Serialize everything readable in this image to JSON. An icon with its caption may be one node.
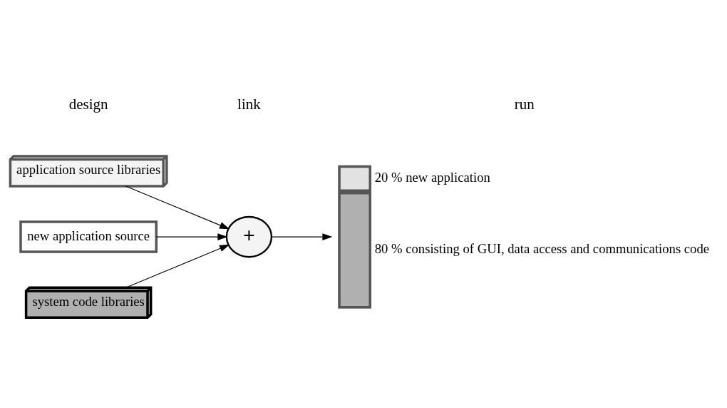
{
  "diagram": {
    "nodes": [
      {
        "text": [
          "application source libraries"
        ]
      },
      {
        "text": [
          "new application source"
        ]
      },
      {
        "text": [
          "system code libraries"
        ]
      },
      {
        "text": [
          "+"
        ]
      },
      {
        "text": [],
        "shape": "bar",
        "beside": [
          "20 % new application",
          "80 % consisting of GUI, data access and communications code"
        ]
      }
    ],
    "edges": [
      {
        "from": 0,
        "to": 3,
        "arrow": "to"
      },
      {
        "from": 1,
        "to": 3,
        "arrow": "to"
      },
      {
        "from": 2,
        "to": 3,
        "arrow": "to"
      },
      {
        "from": 3,
        "to": 4,
        "arrow": "to"
      }
    ],
    "labels": [
      "design",
      "link",
      "run"
    ]
  }
}
